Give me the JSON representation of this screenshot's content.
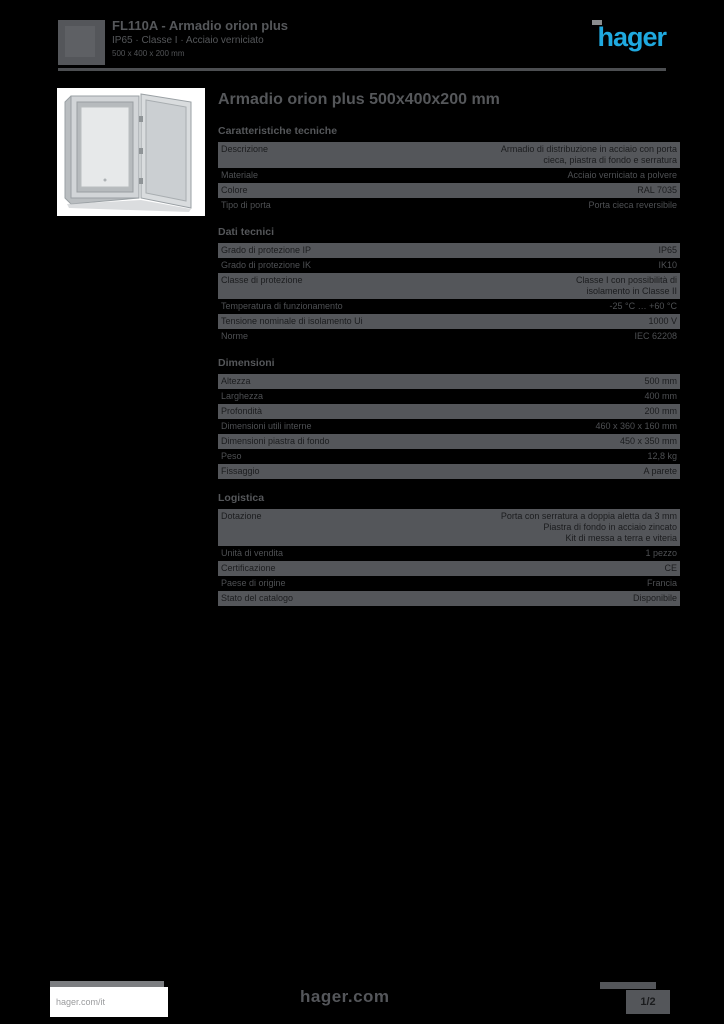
{
  "page": {
    "header": {
      "title": "FL110A - Armadio orion plus",
      "subtitle": "IP65 · Classe I · Acciaio verniciato",
      "ref_line": "500 x 400 x 200 mm",
      "logo_text": "hager"
    },
    "main": {
      "title": "Armadio orion plus 500x400x200 mm",
      "sections": [
        {
          "header": "Caratteristiche tecniche",
          "rows": [
            {
              "label": "Descrizione",
              "shaded": true,
              "value": [
                "Armadio di distribuzione in acciaio con porta",
                "cieca, piastra di fondo e serratura"
              ]
            },
            {
              "label": "Materiale",
              "shaded": false,
              "value": "Acciaio verniciato a polvere"
            },
            {
              "label": "Colore",
              "shaded": true,
              "value": "RAL 7035"
            },
            {
              "label": "Tipo di porta",
              "shaded": false,
              "value": "Porta cieca reversibile"
            }
          ]
        },
        {
          "header": "Dati tecnici",
          "rows": [
            {
              "label": "Grado di protezione IP",
              "shaded": true,
              "value": "IP65"
            },
            {
              "label": "Grado di protezione IK",
              "shaded": false,
              "value": "IK10"
            },
            {
              "label": "Classe di protezione",
              "shaded": true,
              "value": [
                "Classe I con possibilità di",
                "isolamento in Classe II"
              ]
            },
            {
              "label": "Temperatura di funzionamento",
              "shaded": false,
              "value": "-25 °C … +60 °C"
            },
            {
              "label": "Tensione nominale di isolamento Ui",
              "shaded": true,
              "value": "1000 V"
            },
            {
              "label": "Norme",
              "shaded": false,
              "value": "IEC 62208"
            }
          ]
        },
        {
          "header": "Dimensioni",
          "rows": [
            {
              "label": "Altezza",
              "shaded": true,
              "value": "500 mm"
            },
            {
              "label": "Larghezza",
              "shaded": false,
              "value": "400 mm"
            },
            {
              "label": "Profondità",
              "shaded": true,
              "value": "200 mm"
            },
            {
              "label": "Dimensioni utili interne",
              "shaded": false,
              "value": "460 x 360 x 160 mm"
            },
            {
              "label": "Dimensioni piastra di fondo",
              "shaded": true,
              "value": "450 x 350 mm"
            },
            {
              "label": "Peso",
              "shaded": false,
              "value": "12,8 kg"
            },
            {
              "label": "Fissaggio",
              "shaded": true,
              "value": "A parete"
            }
          ]
        },
        {
          "header": "Logistica",
          "rows": [
            {
              "label": "Dotazione",
              "shaded": true,
              "value": [
                "Porta con serratura a doppia aletta da 3 mm",
                "Piastra di fondo in acciaio zincato",
                "Kit di messa a terra e viteria"
              ]
            },
            {
              "label": "Unità di vendita",
              "shaded": false,
              "value": "1 pezzo"
            },
            {
              "label": "Certificazione",
              "shaded": true,
              "value": "CE"
            },
            {
              "label": "Paese di origine",
              "shaded": false,
              "value": "Francia"
            },
            {
              "label": "Stato del catalogo",
              "shaded": true,
              "value": "Disponibile"
            }
          ]
        }
      ]
    },
    "footer": {
      "website": "hager.com/it",
      "brand": "hager.com",
      "page_indicator": "1/2"
    },
    "colors": {
      "background": "#000000",
      "text_gray": "#55575a",
      "shaded_row": "#54565a",
      "logo_cyan": "#1fa9df",
      "footer_box": "#ffffff"
    }
  }
}
